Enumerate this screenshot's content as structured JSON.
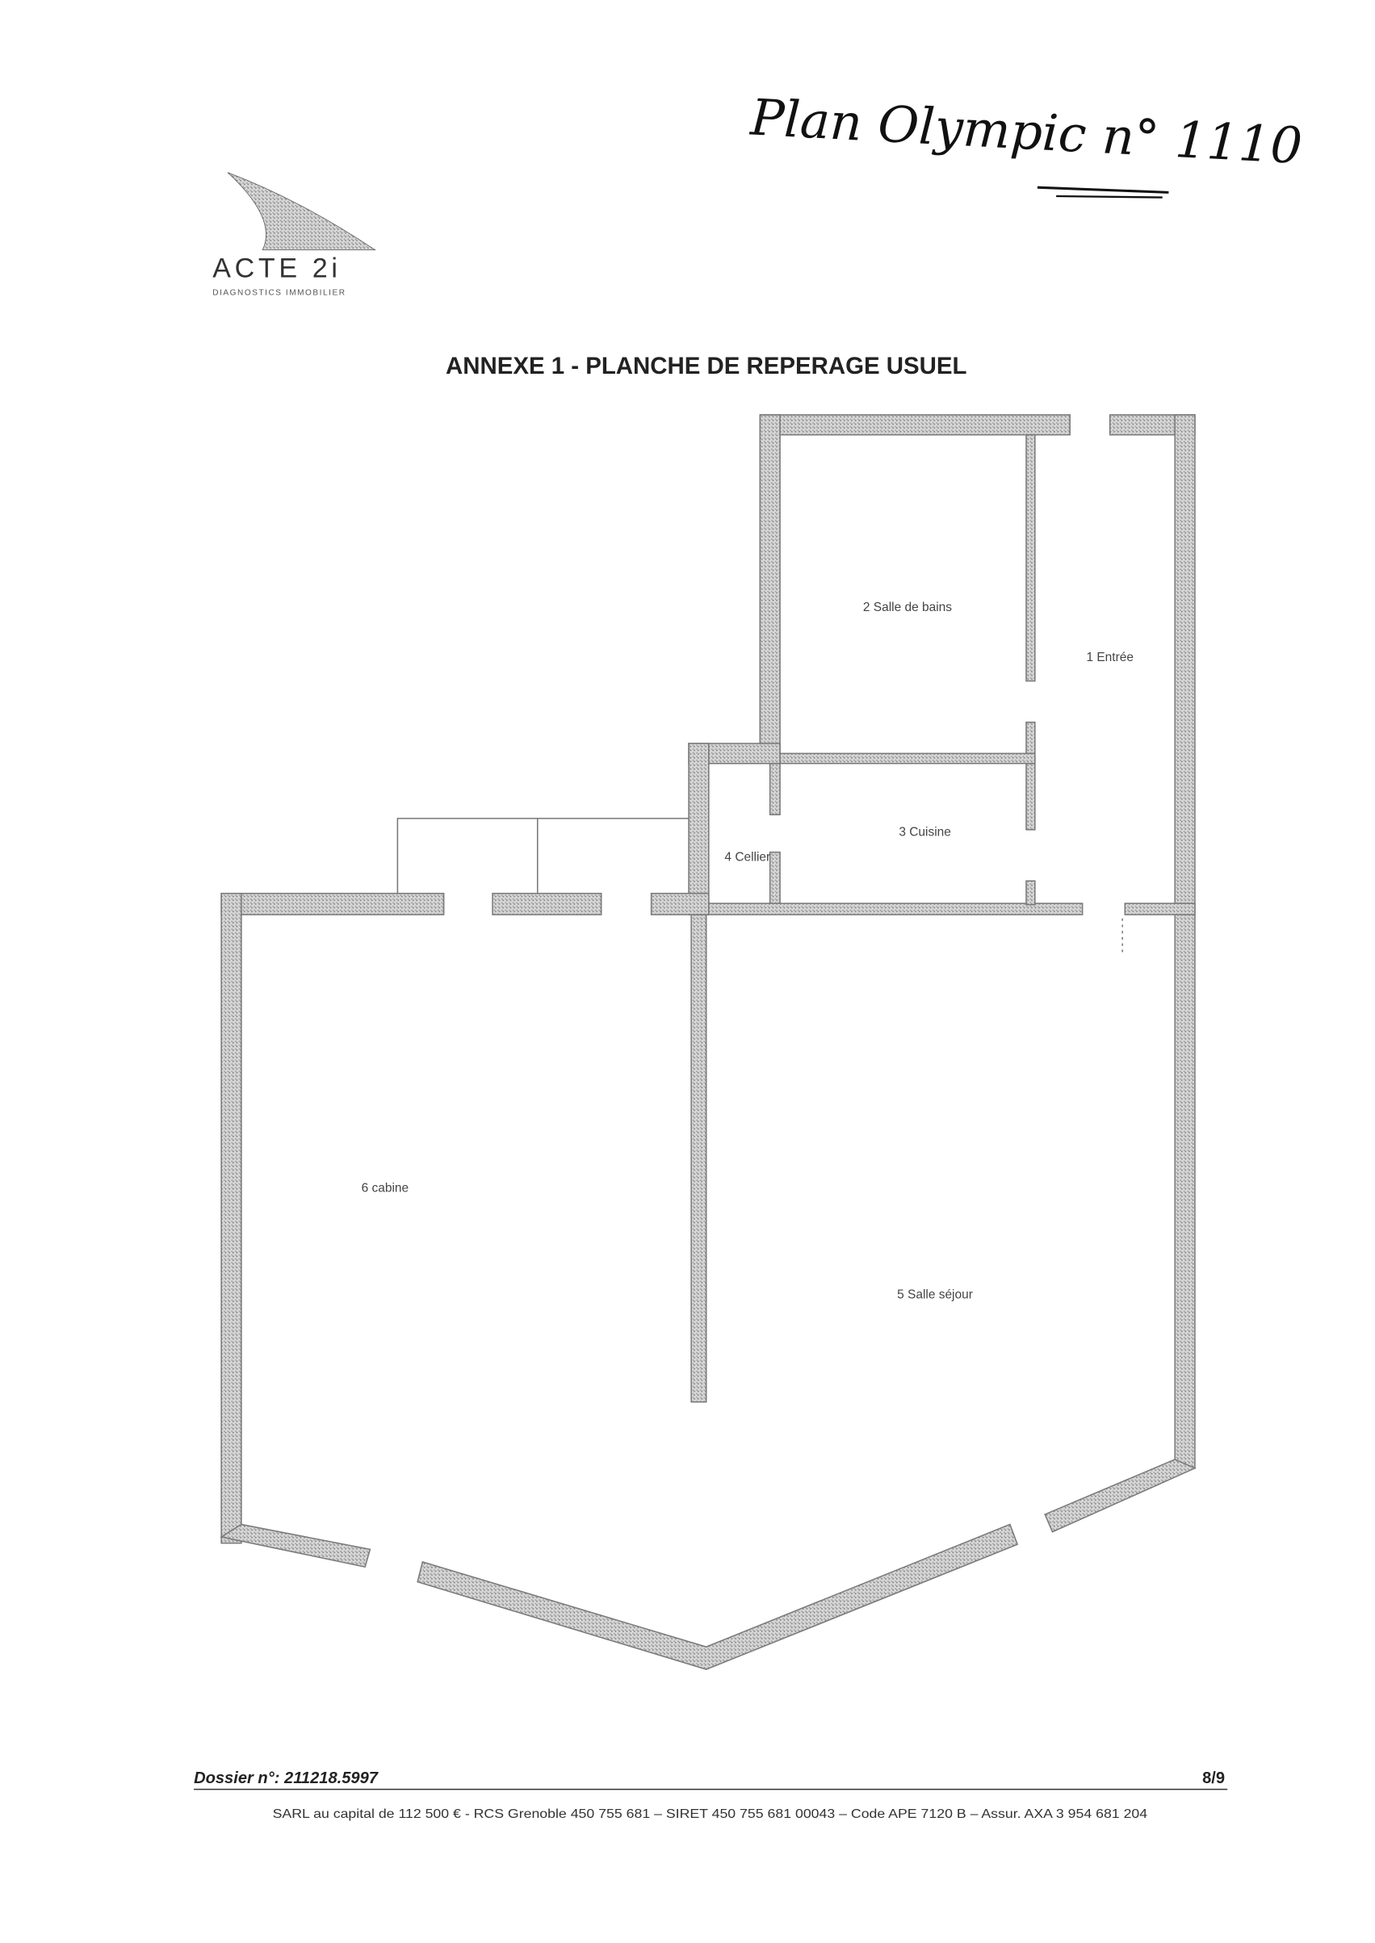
{
  "handwritten_note": "Plan Olympic n° 1110",
  "logo": {
    "name": "ACTE 2i",
    "tagline": "DIAGNOSTICS IMMOBILIER"
  },
  "title": "ANNEXE 1 - PLANCHE DE REPERAGE USUEL",
  "rooms": [
    {
      "label": "1 Entrée"
    },
    {
      "label": "2 Salle de bains"
    },
    {
      "label": "3 Cuisine"
    },
    {
      "label": "4 Cellier"
    },
    {
      "label": "5 Salle séjour"
    },
    {
      "label": "6 cabine"
    }
  ],
  "footer": {
    "dossier": "Dossier n°: 211218.5997",
    "page": "8/9",
    "legal": "SARL au capital de 112 500 € - RCS Grenoble 450 755 681 – SIRET 450 755 681 00043 – Code APE 7120 B – Assur. AXA 3 954 681 204"
  },
  "colors": {
    "wall_fill": "#c4c4c4",
    "wall_stroke": "#7a7a7a",
    "text": "#222222"
  }
}
